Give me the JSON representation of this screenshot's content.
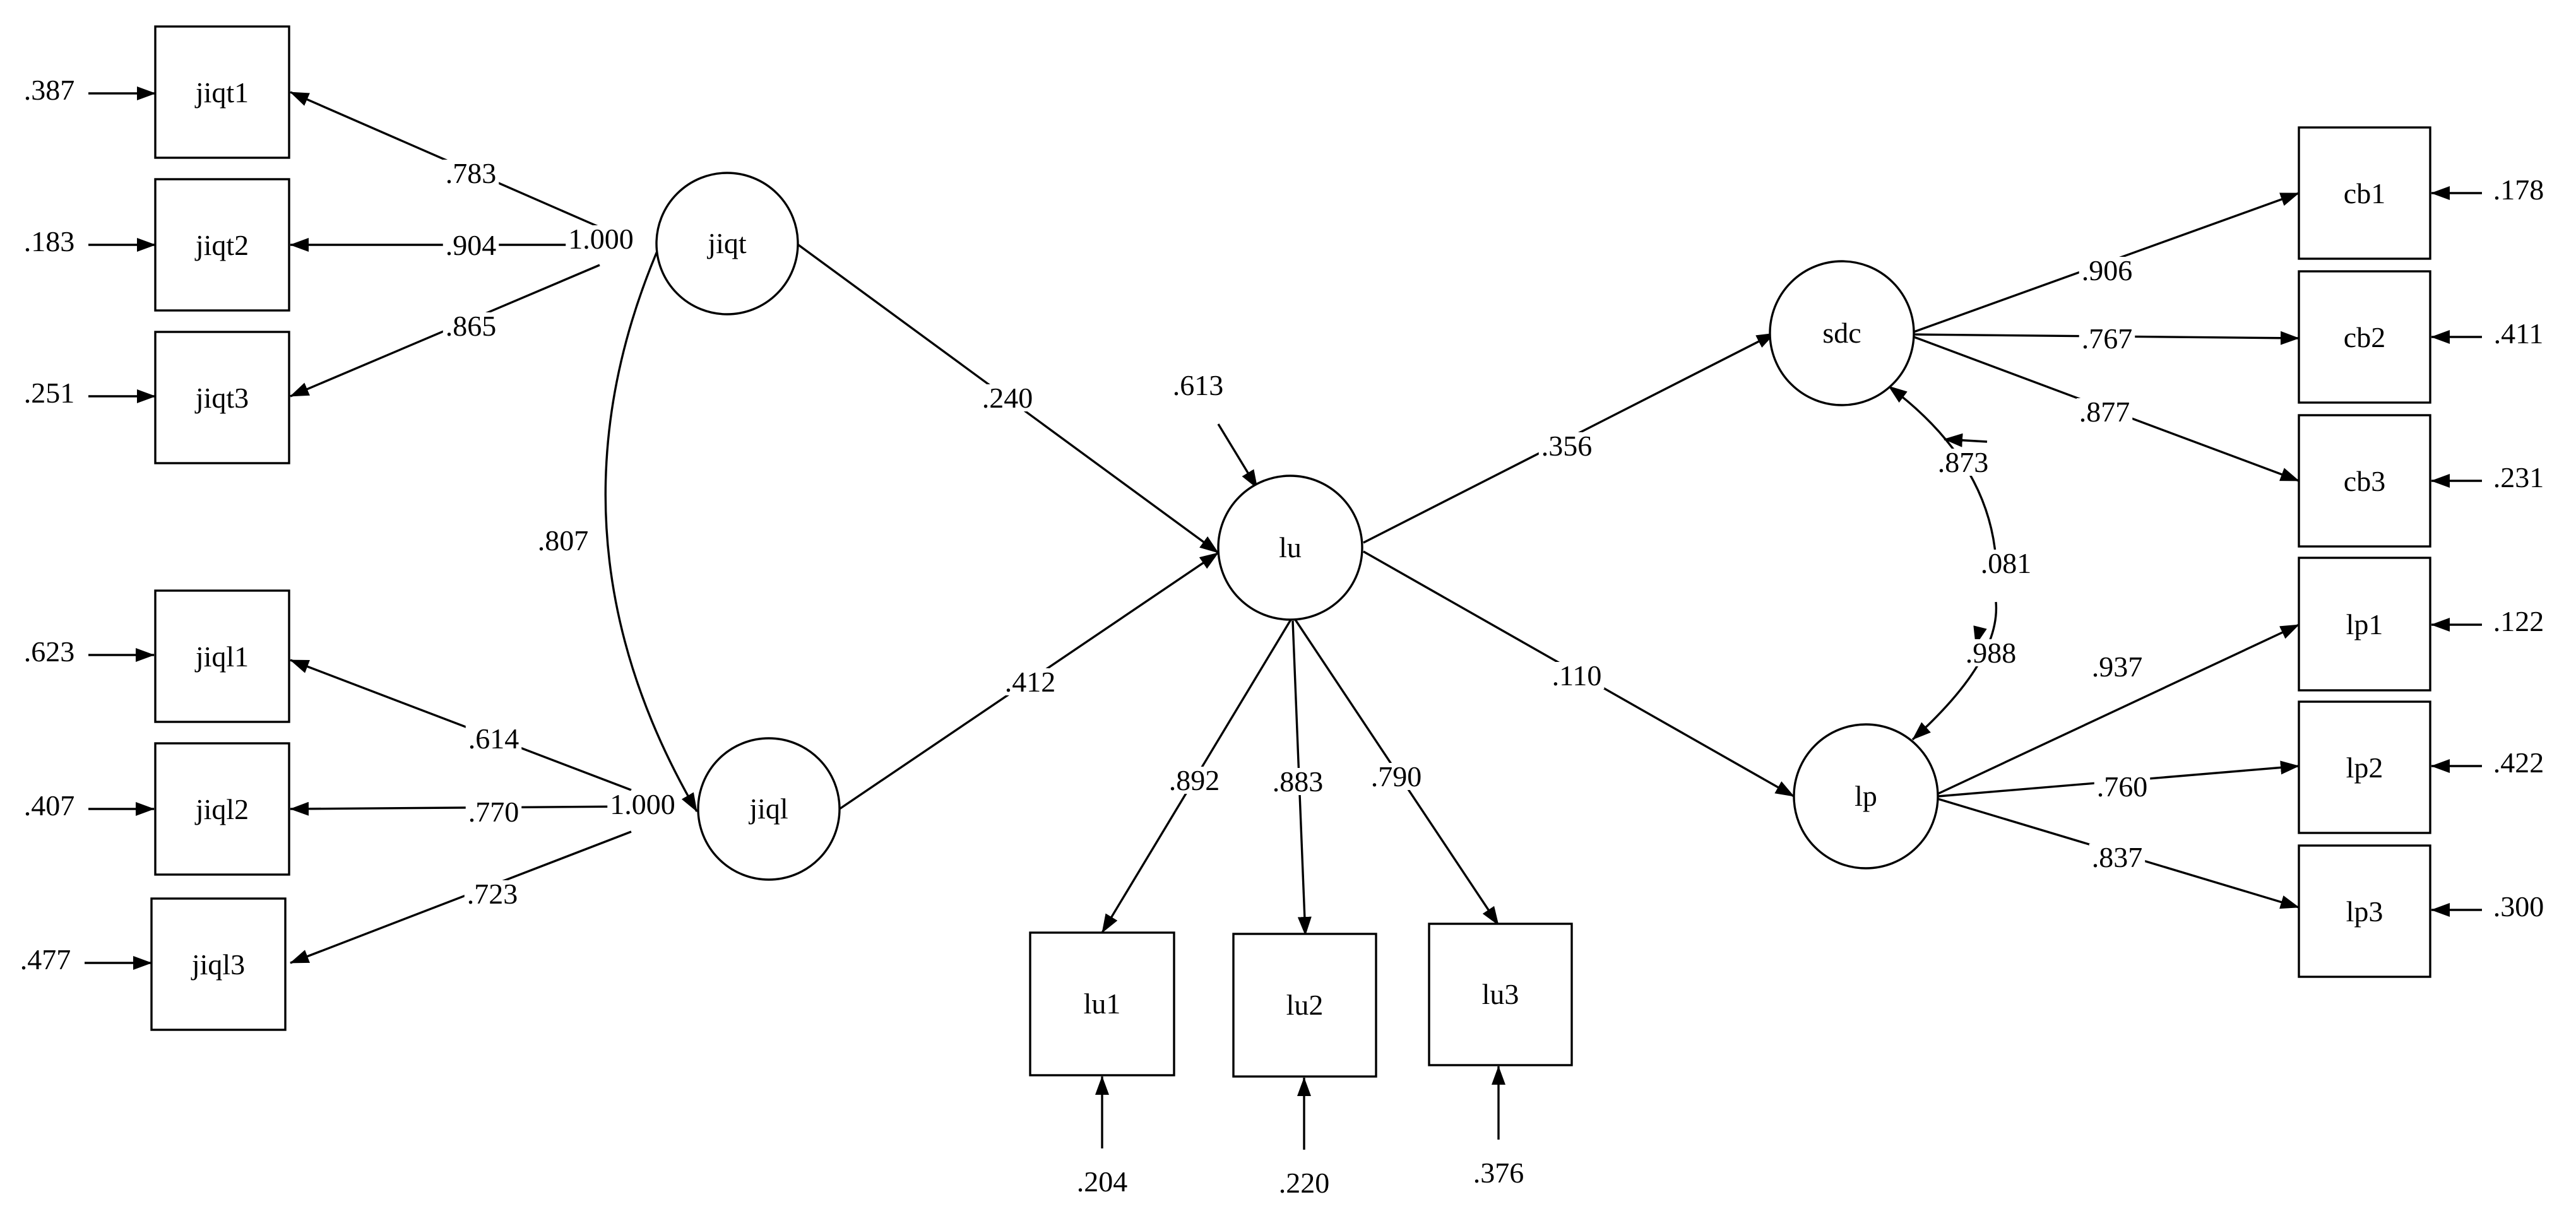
{
  "nodes": {
    "jiqt": "jiqt",
    "jiql": "jiql",
    "lu": "lu",
    "sdc": "sdc",
    "lp": "lp",
    "jiqt1": "jiqt1",
    "jiqt2": "jiqt2",
    "jiqt3": "jiqt3",
    "jiql1": "jiql1",
    "jiql2": "jiql2",
    "jiql3": "jiql3",
    "lu1": "lu1",
    "lu2": "lu2",
    "lu3": "lu3",
    "cb1": "cb1",
    "cb2": "cb2",
    "cb3": "cb3",
    "lp1": "lp1",
    "lp2": "lp2",
    "lp3": "lp3"
  },
  "loadings": {
    "jiqt_jiqt1": ".783",
    "jiqt_jiqt2": ".904",
    "jiqt_jiqt3": ".865",
    "jiql_jiql1": ".614",
    "jiql_jiql2": ".770",
    "jiql_jiql3": ".723",
    "lu_lu1": ".892",
    "lu_lu2": ".883",
    "lu_lu3": ".790",
    "sdc_cb1": ".906",
    "sdc_cb2": ".767",
    "sdc_cb3": ".877",
    "lp_lp1": ".937",
    "lp_lp2": ".760",
    "lp_lp3": ".837"
  },
  "paths": {
    "jiqt_lu": ".240",
    "jiql_lu": ".412",
    "lu_sdc": ".356",
    "lu_lp": ".110"
  },
  "correlations": {
    "jiqt_jiql": ".807",
    "sdc_lp": ".081"
  },
  "variances": {
    "jiqt": "1.000",
    "jiql": "1.000"
  },
  "residuals": {
    "jiqt1": ".387",
    "jiqt2": ".183",
    "jiqt3": ".251",
    "jiql1": ".623",
    "jiql2": ".407",
    "jiql3": ".477",
    "lu": ".613",
    "lu1": ".204",
    "lu2": ".220",
    "lu3": ".376",
    "cb1": ".178",
    "cb2": ".411",
    "cb3": ".231",
    "lp1": ".122",
    "lp2": ".422",
    "lp3": ".300",
    "sdc": ".873",
    "lp": ".988"
  }
}
